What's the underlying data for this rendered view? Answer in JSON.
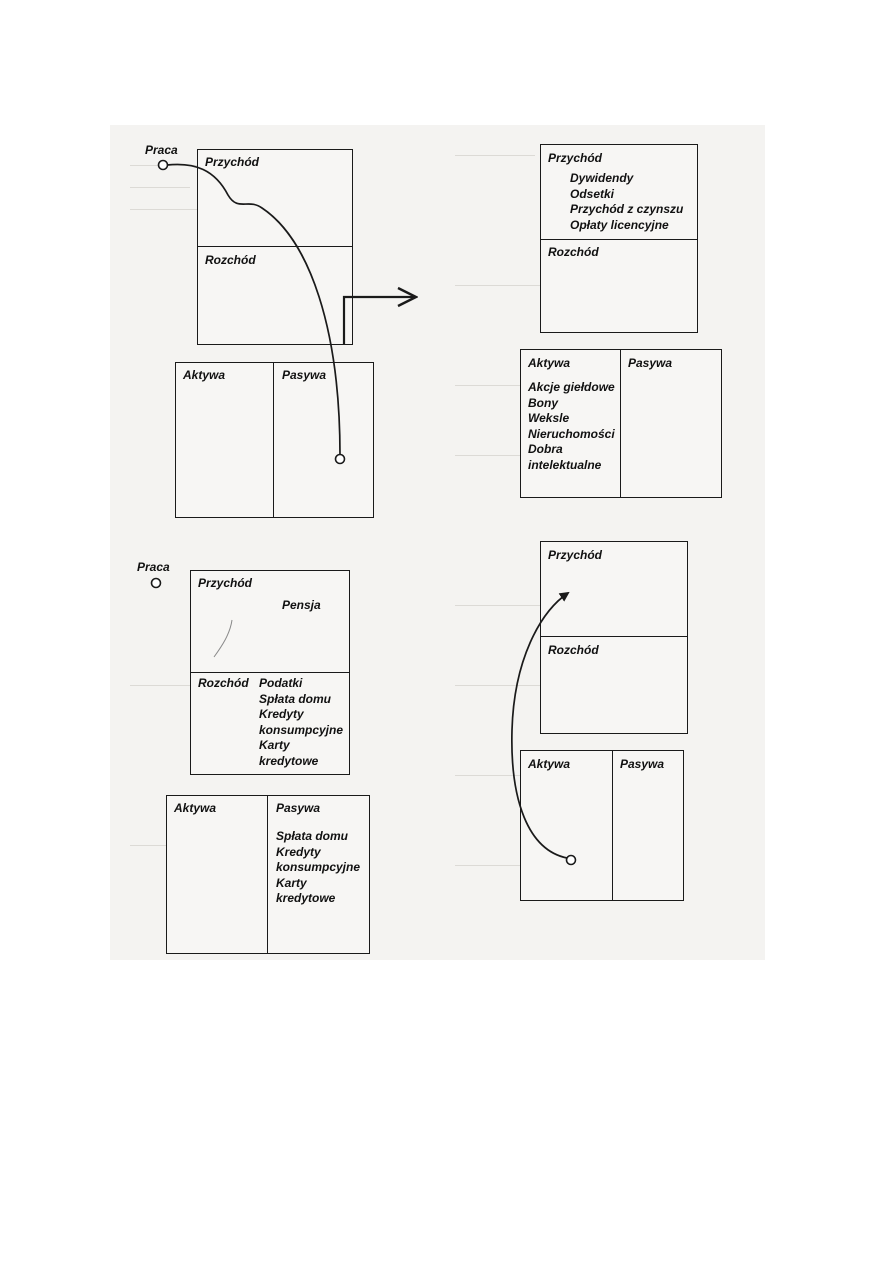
{
  "labels": {
    "work": "Praca",
    "income": "Przychód",
    "expense": "Rozchód",
    "assets": "Aktywa",
    "liabilities": "Pasywa"
  },
  "diagram_top_right": {
    "income_items": [
      "Dywidendy",
      "Odsetki",
      "Przychód z czynszu",
      "Opłaty licencyjne"
    ],
    "asset_items": [
      "Akcje giełdowe",
      "Bony",
      "Weksle",
      "Nieruchomości",
      "Dobra",
      "intelektualne"
    ]
  },
  "diagram_bottom_left": {
    "income_items": [
      "Pensja"
    ],
    "expense_items": [
      "Podatki",
      "Spłata domu",
      "Kredyty",
      "konsumpcyjne",
      "Karty",
      "kredytowe"
    ],
    "liability_items": [
      "Spłata domu",
      "Kredyty",
      "konsumpcyjne",
      "Karty",
      "kredytowe"
    ]
  },
  "colors": {
    "ink": "#1a1a1a",
    "paper": "#f4f3f1"
  }
}
